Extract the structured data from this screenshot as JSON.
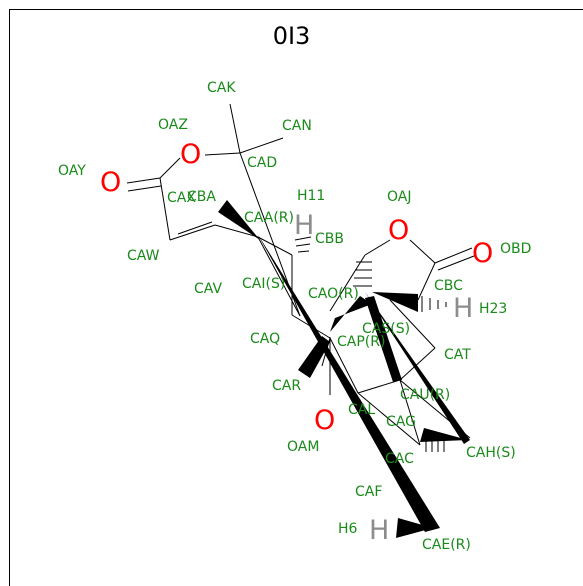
{
  "title": "0I3",
  "elements": {
    "o_oay": "O",
    "o_oaz": "O",
    "o_oaj": "O",
    "o_obd": "O",
    "o_oam": "O",
    "h_h11": "H",
    "h_h23": "H",
    "h_h6": "H"
  },
  "atom_labels": {
    "CAK": "CAK",
    "OAZ": "OAZ",
    "CAN": "CAN",
    "CAD": "CAD",
    "OAY": "OAY",
    "CAX": "CAX",
    "CBA": "CBA",
    "H11": "H11",
    "OAJ": "OAJ",
    "CAA": "CAA(R)",
    "OBD": "OBD",
    "CBB": "CBB",
    "CAW": "CAW",
    "CAI": "CAI(S)",
    "CAV": "CAV",
    "CAO": "CAO(R)",
    "CBC": "CBC",
    "H23": "H23",
    "CAS": "CAS(S)",
    "CAQ": "CAQ",
    "CAP": "CAP(R)",
    "CAT": "CAT",
    "CAR": "CAR",
    "CAU": "CAU(R)",
    "CAL": "CAL",
    "CAG": "CAG",
    "OAM": "OAM",
    "CAH": "CAH(S)",
    "CAC": "CAC",
    "CAF": "CAF",
    "H6": "H6",
    "CAE": "CAE(R)"
  },
  "colors": {
    "atom_label": "#1a8a1a",
    "oxygen": "#ff0000",
    "hydrogen": "#8c8c8c",
    "bond": "#000000"
  }
}
